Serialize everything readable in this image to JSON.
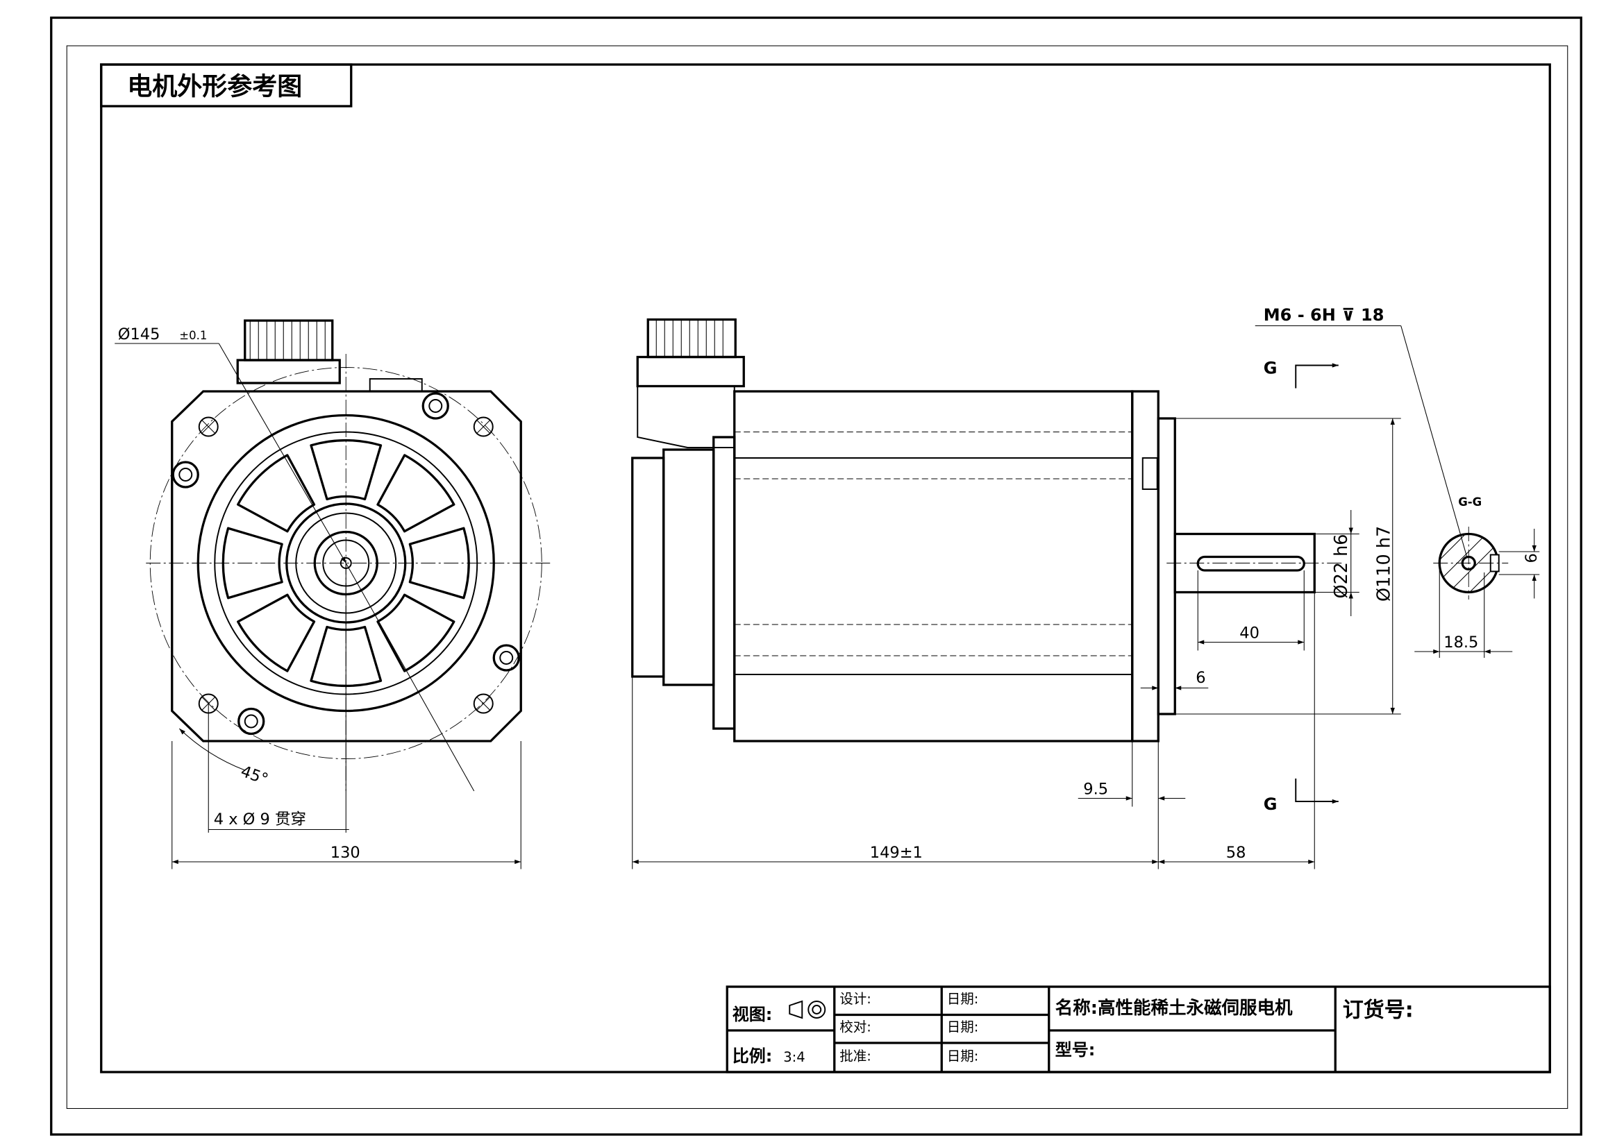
{
  "drawing_title": "电机外形参考图",
  "front_view": {
    "pcd_label": "Ø145",
    "pcd_tol": "±0.1",
    "holes_label": "4 x Ø 9 贯穿",
    "angle_label": "45°",
    "width_label": "130"
  },
  "side_view": {
    "length_label": "149±1",
    "shaft_length_label": "58",
    "flange_label": "9.5",
    "pilot_label": "6",
    "key_length_label": "40",
    "shaft_dia_label": "Ø22 h6",
    "pilot_dia_label": "Ø110 h7",
    "thread_label": "M6 - 6H ⊽ 18",
    "section_mark_top": "G",
    "section_mark_bottom": "G"
  },
  "section": {
    "title": "G-G",
    "height_label": "18.5",
    "key_width_label": "6"
  },
  "title_block": {
    "view_label": "视图:",
    "scale_label": "比例:",
    "scale_value": "3:4",
    "design_label": "设计:",
    "check_label": "校对:",
    "approve_label": "批准:",
    "date_label_1": "日期:",
    "date_label_2": "日期:",
    "date_label_3": "日期:",
    "name_label": "名称:高性能稀土永磁伺服电机",
    "model_label": "型号:",
    "order_label": "订货号:"
  }
}
